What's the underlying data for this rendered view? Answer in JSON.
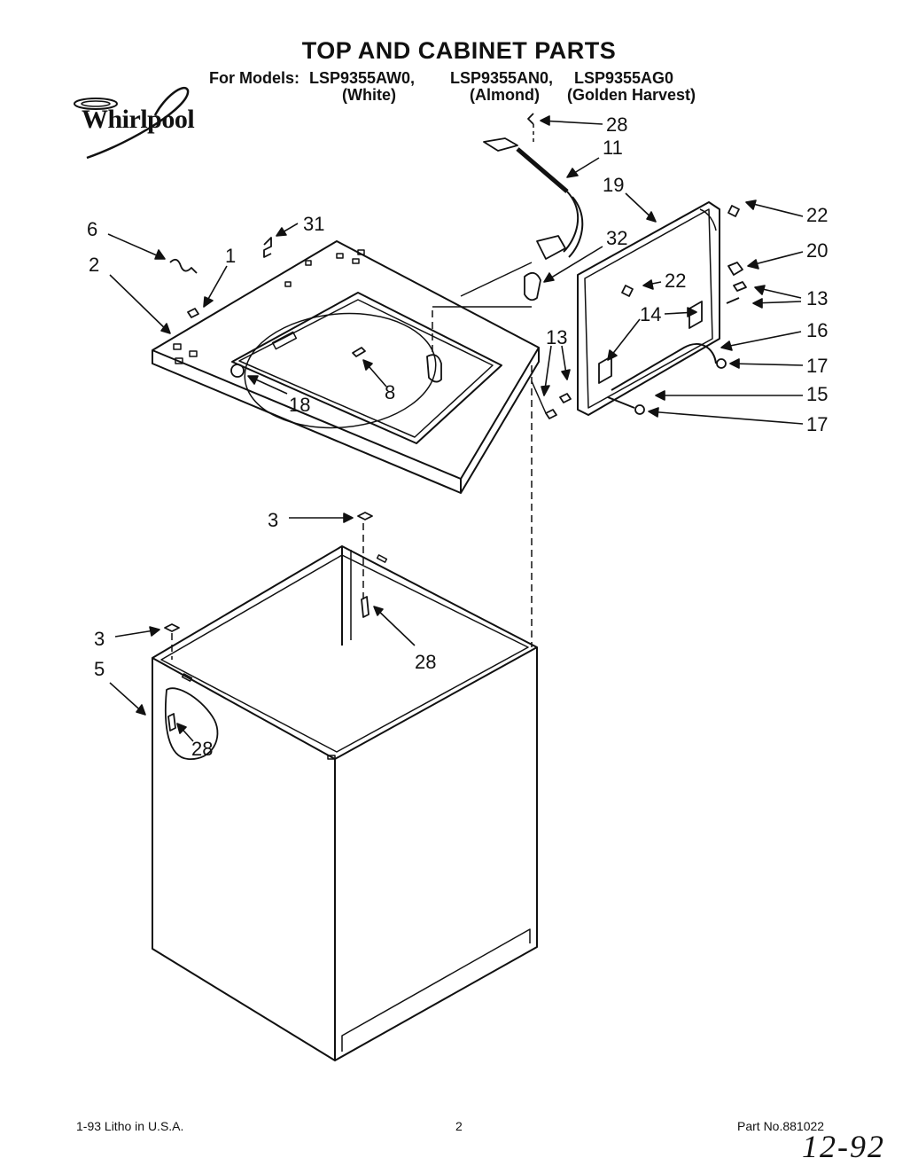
{
  "header": {
    "title": "TOP AND CABINET PARTS",
    "models_prefix": "For Models:",
    "models": [
      "LSP9355AW0,",
      "LSP9355AN0,",
      "LSP9355AG0"
    ],
    "finishes": [
      "(White)",
      "(Almond)",
      "(Golden Harvest)"
    ]
  },
  "brand": {
    "logo_text": "Whirlpool"
  },
  "labels": {
    "p28_top": "28",
    "p11": "11",
    "p19": "19",
    "p22_right": "22",
    "p6": "6",
    "p31": "31",
    "p32": "32",
    "p20": "20",
    "p2": "2",
    "p1": "1",
    "p22_mid": "22",
    "p13_right": "13",
    "p14": "14",
    "p16": "16",
    "p13_left": "13",
    "p17_upper": "17",
    "p8": "8",
    "p15": "15",
    "p18": "18",
    "p17_lower": "17",
    "p3_top": "3",
    "p28_mid": "28",
    "p3_left": "3",
    "p5": "5",
    "p28_low": "28"
  },
  "footer": {
    "litho": "1-93 Litho in U.S.A.",
    "page": "2",
    "part_no": "Part No.881022",
    "handwritten_date": "12-92"
  }
}
